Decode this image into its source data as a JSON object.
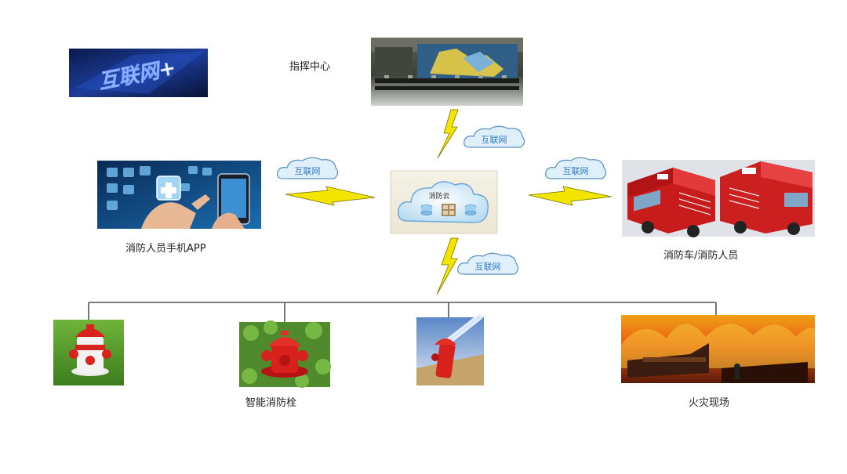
{
  "nodes": {
    "internet_plus_logo": {
      "text": "互联网+"
    },
    "command_center": {
      "label": "指挥中心"
    },
    "fire_cloud": {
      "label": "消防云"
    },
    "mobile_app": {
      "label": "消防人员手机APP"
    },
    "fire_trucks": {
      "label": "消防车/消防人员"
    },
    "smart_hydrant": {
      "label": "智能消防栓"
    },
    "fire_scene": {
      "label": "火灾现场"
    }
  },
  "links": {
    "internet_label": "互联网"
  },
  "colors": {
    "lightning": "#f4e500",
    "lightning_stroke": "#7b7400",
    "cloud_fill": "#dff0fb",
    "cloud_stroke": "#5a8fc4",
    "tag_text": "#2f78c0",
    "line": "#555555"
  }
}
